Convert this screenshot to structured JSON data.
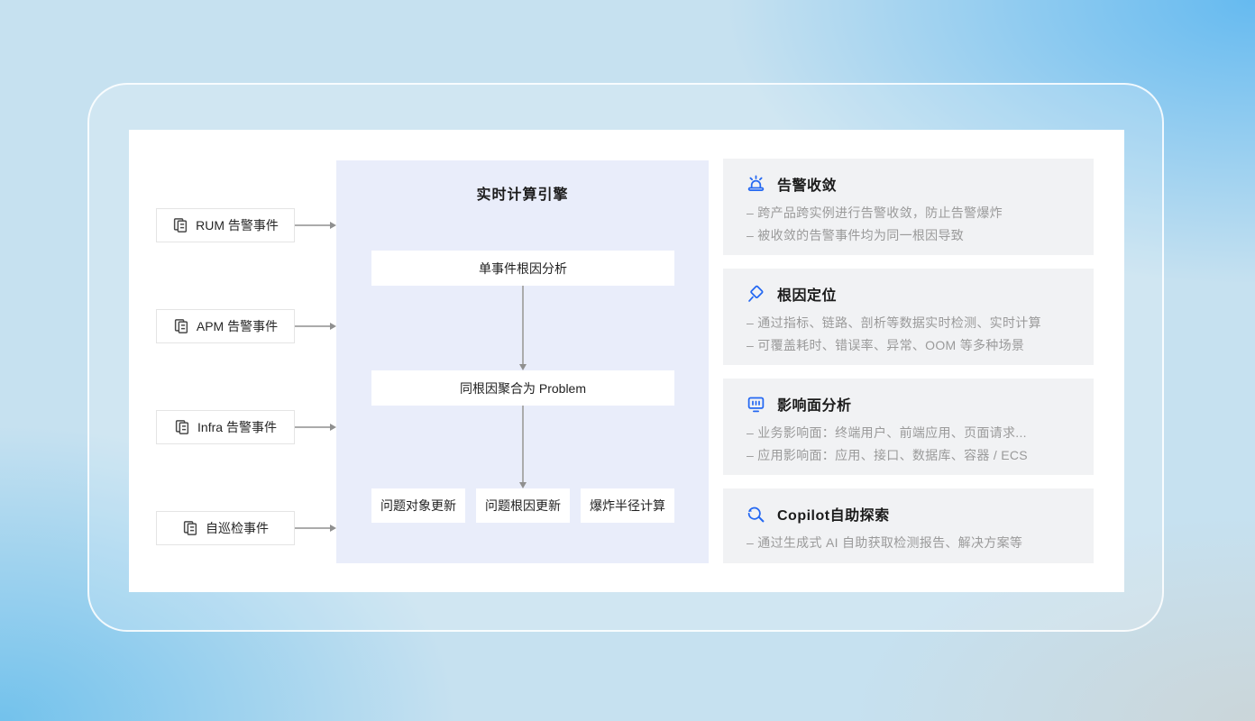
{
  "sources": [
    {
      "icon": "document-copy-icon",
      "label": "RUM 告警事件"
    },
    {
      "icon": "document-copy-icon",
      "label": "APM 告警事件"
    },
    {
      "icon": "document-copy-icon",
      "label": "Infra 告警事件"
    },
    {
      "icon": "document-copy-icon",
      "label": "自巡检事件"
    }
  ],
  "engine": {
    "title": "实时计算引擎",
    "stages": [
      "单事件根因分析",
      "同根因聚合为 Problem"
    ],
    "outputs": [
      "问题对象更新",
      "问题根因更新",
      "爆炸半径计算"
    ]
  },
  "features": [
    {
      "icon": "alarm-siren-icon",
      "title": "告警收敛",
      "bullets": [
        "– 跨产品跨实例进行告警收敛，防止告警爆炸",
        "– 被收敛的告警事件均为同一根因导致"
      ]
    },
    {
      "icon": "map-pin-icon",
      "title": "根因定位",
      "bullets": [
        "– 通过指标、链路、剖析等数据实时检测、实时计算",
        "– 可覆盖耗时、错误率、异常、OOM 等多种场景"
      ]
    },
    {
      "icon": "bar-chart-icon",
      "title": "影响面分析",
      "bullets": [
        "– 业务影响面：终端用户、前端应用、页面请求...",
        "– 应用影响面：应用、接口、数据库、容器 / ECS"
      ]
    },
    {
      "icon": "search-explore-icon",
      "title": "Copilot自助探索",
      "bullets": [
        "– 通过生成式 AI 自助获取检测报告、解决方案等"
      ]
    }
  ],
  "colors": {
    "accent_blue": "#2468F2",
    "engine_panel_bg": "#E9EDFA",
    "feature_panel_bg": "#F1F2F4",
    "source_icon_gray": "#4A4A4A",
    "text_dark": "#1B1B1B",
    "text_muted": "#9A9A9A",
    "arrow_gray": "#ABABAB"
  }
}
